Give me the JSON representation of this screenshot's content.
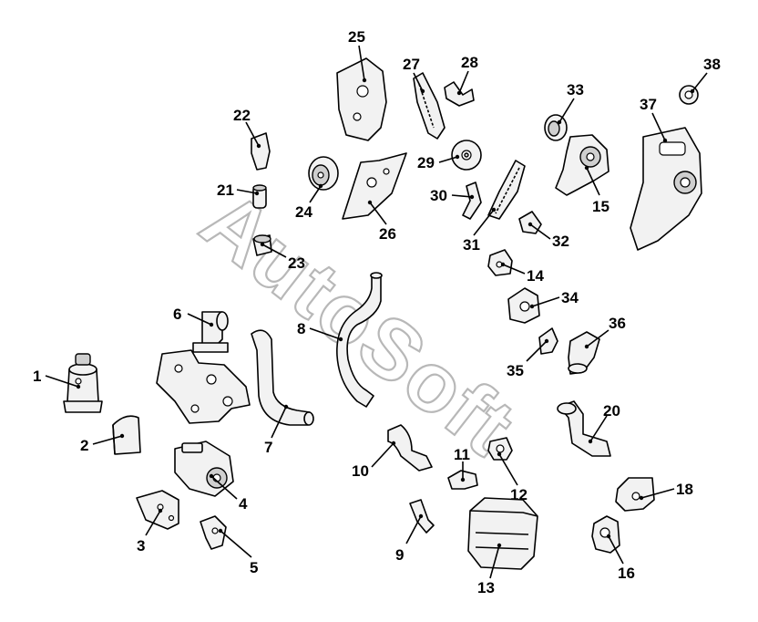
{
  "watermark": {
    "text": "AutoSoft"
  },
  "parts": [
    {
      "id": "p1",
      "label": "1"
    },
    {
      "id": "p2",
      "label": "2"
    },
    {
      "id": "p3",
      "label": "3"
    },
    {
      "id": "p4",
      "label": "4"
    },
    {
      "id": "p5",
      "label": "5"
    },
    {
      "id": "p6",
      "label": "6"
    },
    {
      "id": "p7",
      "label": "7"
    },
    {
      "id": "p8",
      "label": "8"
    },
    {
      "id": "p9",
      "label": "9"
    },
    {
      "id": "p10",
      "label": "10"
    },
    {
      "id": "p11",
      "label": "11"
    },
    {
      "id": "p12",
      "label": "12"
    },
    {
      "id": "p13",
      "label": "13"
    },
    {
      "id": "p14",
      "label": "14"
    },
    {
      "id": "p15",
      "label": "15"
    },
    {
      "id": "p16",
      "label": "16"
    },
    {
      "id": "p18",
      "label": "18"
    },
    {
      "id": "p20",
      "label": "20"
    },
    {
      "id": "p21",
      "label": "21"
    },
    {
      "id": "p22",
      "label": "22"
    },
    {
      "id": "p23",
      "label": "23"
    },
    {
      "id": "p24",
      "label": "24"
    },
    {
      "id": "p25",
      "label": "25"
    },
    {
      "id": "p26",
      "label": "26"
    },
    {
      "id": "p27",
      "label": "27"
    },
    {
      "id": "p28",
      "label": "28"
    },
    {
      "id": "p29",
      "label": "29"
    },
    {
      "id": "p30",
      "label": "30"
    },
    {
      "id": "p31",
      "label": "31"
    },
    {
      "id": "p32",
      "label": "32"
    },
    {
      "id": "p33",
      "label": "33"
    },
    {
      "id": "p34",
      "label": "34"
    },
    {
      "id": "p35",
      "label": "35"
    },
    {
      "id": "p36",
      "label": "36"
    },
    {
      "id": "p37",
      "label": "37"
    },
    {
      "id": "p38",
      "label": "38"
    }
  ]
}
